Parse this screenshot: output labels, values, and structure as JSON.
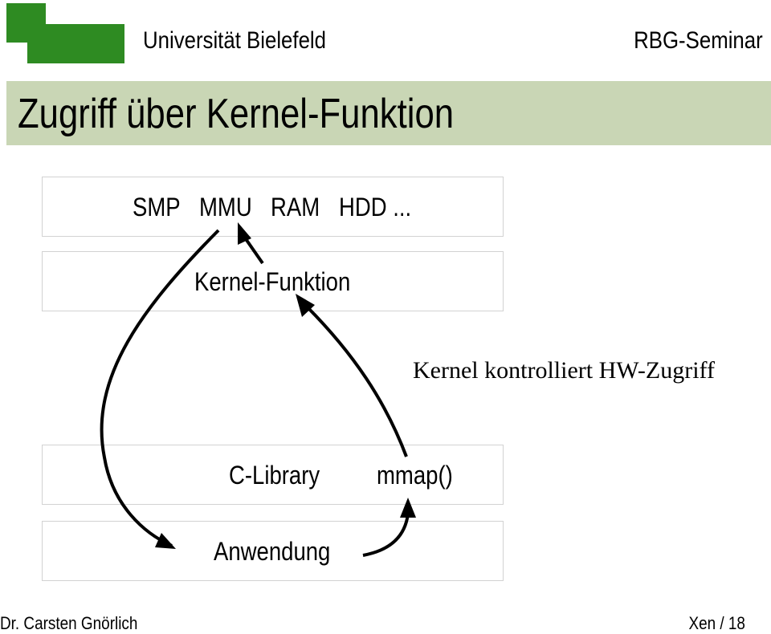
{
  "header": {
    "university": "Universität Bielefeld",
    "seminar": "RBG-Seminar",
    "logo_color": "#2e8b22"
  },
  "title": "Zugriff über Kernel-Funktion",
  "title_band_color": "#c9d6b5",
  "layers": {
    "hardware": [
      "SMP",
      "MMU",
      "RAM",
      "HDD ..."
    ],
    "kernel": "Kernel-Funktion",
    "library": [
      "C-Library",
      "mmap()"
    ],
    "application": "Anwendung"
  },
  "note": "Kernel kontrolliert HW-Zugriff",
  "footer": {
    "author": "Dr. Carsten Gnörlich",
    "page": "Xen / 18"
  }
}
